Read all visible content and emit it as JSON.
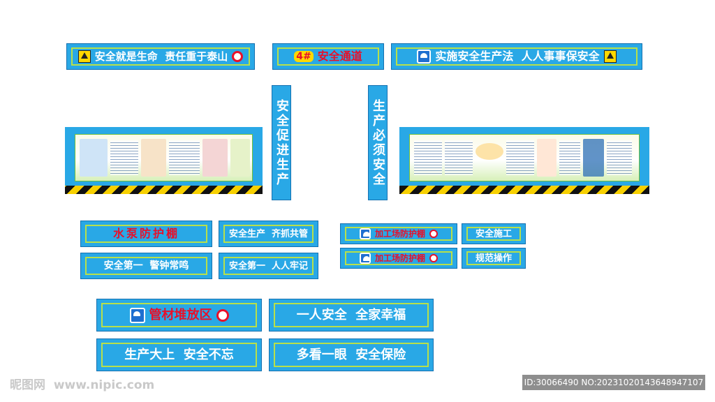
{
  "row1": {
    "sign1_text": "安全就是生命  责任重于泰山",
    "sign2_prefix": "4#",
    "sign2_text": "安全通道",
    "sign3_text": "实施安全生产法  人人事事保安全"
  },
  "vertical": {
    "left_text": "安全促进生产",
    "right_text": "生产必须安全"
  },
  "boards": {
    "left_title": "",
    "right_title": ""
  },
  "row3": {
    "pump_shed": "水泵防护棚",
    "safety_production": "安全生产  齐抓共管",
    "safety_first_alarm": "安全第一  警钟常鸣",
    "safety_first_remember": "安全第一  人人牢记",
    "processing_shed_1": "加工场防护棚",
    "processing_shed_2": "加工场防护棚",
    "safe_construction": "安全施工",
    "standard_operation": "规范操作"
  },
  "row4": {
    "pipe_storage": "管材堆放区",
    "family_happiness": "一人安全  全家幸福",
    "production_first": "生产大上  安全不忘",
    "look_again": "多看一眼  安全保险"
  },
  "footer": {
    "logo_text": "昵图网  www.nipic.com",
    "image_id": "ID:30066490 NO:20231020143648947107"
  },
  "colors": {
    "sign_blue": "#29a8e6",
    "frame_green": "#b8e04a",
    "warning_red": "#e8102a",
    "hazard_yellow": "#f7d000"
  },
  "icons": [
    "warning-sign-icon",
    "prohibition-sign-icon",
    "helmet-mandatory-icon"
  ]
}
